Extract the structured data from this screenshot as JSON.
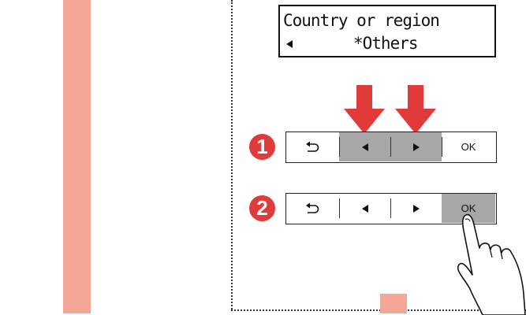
{
  "colors": {
    "accent_red": "#e03a3a",
    "pink": "#f4a797",
    "pressed_gray": "#a7a7a7"
  },
  "lcd": {
    "line1": "Country or region",
    "line2": "*Others",
    "cursor_icon": "left-triangle-icon"
  },
  "steps": [
    {
      "number": "1",
      "buttons": {
        "back_icon": "back-arrow-icon",
        "left_icon": "left-triangle-icon",
        "right_icon": "right-triangle-icon",
        "ok": "OK"
      },
      "pressed": [
        "left",
        "right"
      ]
    },
    {
      "number": "2",
      "buttons": {
        "back_icon": "back-arrow-icon",
        "left_icon": "left-triangle-icon",
        "right_icon": "right-triangle-icon",
        "ok": "OK"
      },
      "pressed": [
        "ok"
      ]
    }
  ],
  "indicators": {
    "press_arrows": "down-arrow-icon",
    "finger": "pointing-hand-icon"
  }
}
